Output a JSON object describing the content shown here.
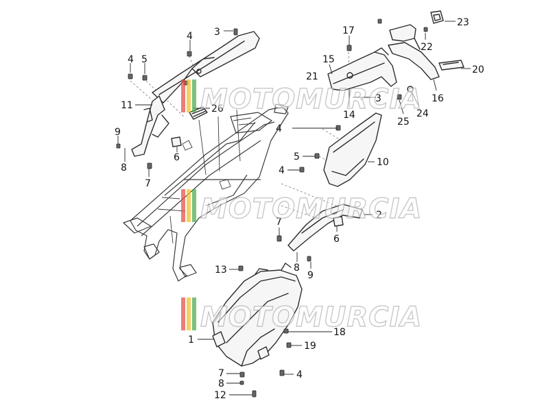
{
  "watermark": {
    "text": "MOTOMURCIA",
    "bar_colors": [
      "#e5534b",
      "#f2c230",
      "#4caf50"
    ]
  },
  "callouts": [
    {
      "id": "c4a",
      "label": "4"
    },
    {
      "id": "c3a",
      "label": "3"
    },
    {
      "id": "c4b",
      "label": "4"
    },
    {
      "id": "c5a",
      "label": "5"
    },
    {
      "id": "c11",
      "label": "11"
    },
    {
      "id": "c26",
      "label": "26"
    },
    {
      "id": "c9a",
      "label": "9"
    },
    {
      "id": "c8a",
      "label": "8"
    },
    {
      "id": "c6a",
      "label": "6"
    },
    {
      "id": "c7a",
      "label": "7"
    },
    {
      "id": "c17",
      "label": "17"
    },
    {
      "id": "c15",
      "label": "15"
    },
    {
      "id": "c21",
      "label": "21"
    },
    {
      "id": "c3b",
      "label": "3"
    },
    {
      "id": "c14",
      "label": "14"
    },
    {
      "id": "c23",
      "label": "23"
    },
    {
      "id": "c22",
      "label": "22"
    },
    {
      "id": "c20",
      "label": "20"
    },
    {
      "id": "c16",
      "label": "16"
    },
    {
      "id": "c24",
      "label": "24"
    },
    {
      "id": "c25",
      "label": "25"
    },
    {
      "id": "c4c",
      "label": "4"
    },
    {
      "id": "c10",
      "label": "10"
    },
    {
      "id": "c5b",
      "label": "5"
    },
    {
      "id": "c4d",
      "label": "4"
    },
    {
      "id": "c2",
      "label": "2"
    },
    {
      "id": "c7b",
      "label": "7"
    },
    {
      "id": "c6b",
      "label": "6"
    },
    {
      "id": "c8b",
      "label": "8"
    },
    {
      "id": "c9b",
      "label": "9"
    },
    {
      "id": "c13",
      "label": "13"
    },
    {
      "id": "c18",
      "label": "18"
    },
    {
      "id": "c1",
      "label": "1"
    },
    {
      "id": "c19",
      "label": "19"
    },
    {
      "id": "c7c",
      "label": "7"
    },
    {
      "id": "c8c",
      "label": "8"
    },
    {
      "id": "c4e",
      "label": "4"
    },
    {
      "id": "c12",
      "label": "12"
    }
  ]
}
